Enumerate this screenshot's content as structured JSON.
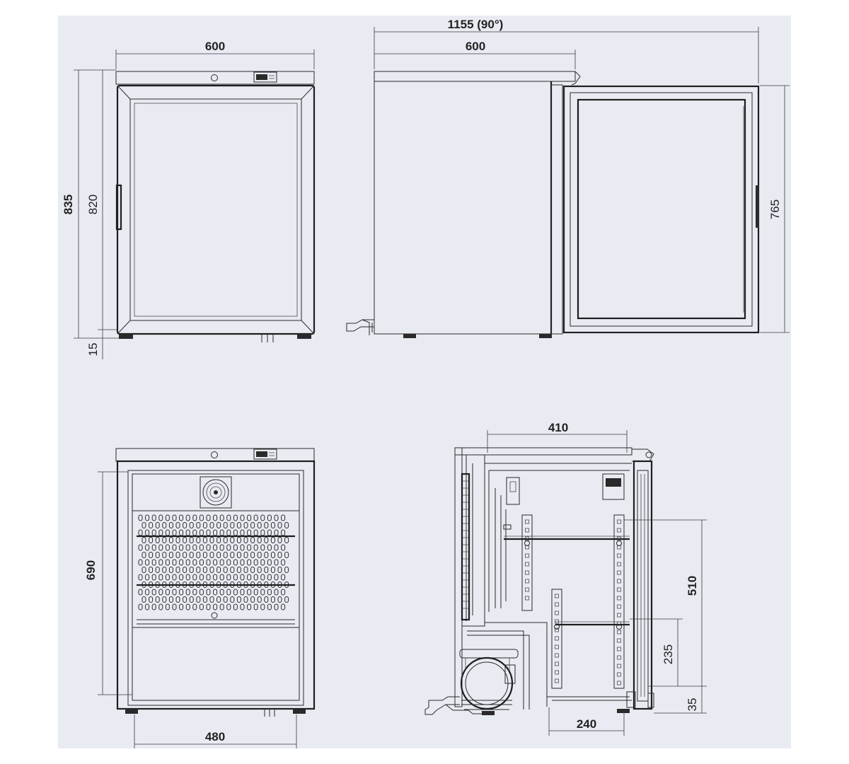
{
  "views": {
    "front": {
      "width_label": "600",
      "overall_height_label": "835",
      "body_height_label": "820",
      "feet_label": "15"
    },
    "side": {
      "open_depth_label": "1155 (90°)",
      "depth_label": "600",
      "door_height_label": "765"
    },
    "front_open": {
      "inner_height_label": "690",
      "inner_width_label": "480"
    },
    "section": {
      "inner_depth_label": "410",
      "shelf_span_label": "510",
      "lower_shelf_label": "235",
      "base_label": "35",
      "compressor_depth_label": "240"
    }
  }
}
